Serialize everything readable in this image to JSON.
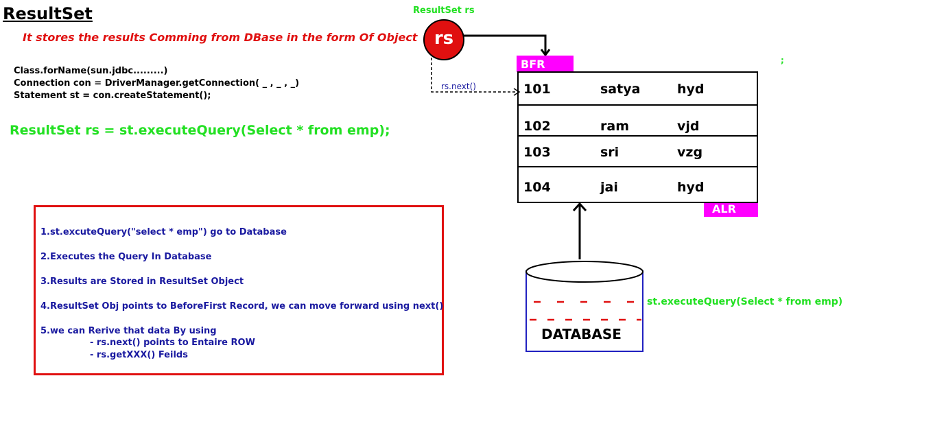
{
  "title": "ResultSet",
  "subtitle": "It stores the results Comming from DBase in the form Of Object",
  "code_lines": [
    "Class.forName(sun.jdbc.........)",
    "Connection con = DriverManager.getConnection( _ , _ , _)",
    "Statement st = con.createStatement();"
  ],
  "main_query": "ResultSet rs =  st.executeQuery(Select * from emp);",
  "steps": [
    "1.st.excuteQuery(\"select * emp\") go to Database",
    "2.Executes the Query In Database",
    "3.Results are Stored in ResultSet Object",
    "4.ResultSet Obj points to BeforeFirst Record, we can move forward using next()",
    "5.we can Rerive that data By using",
    "- rs.next() points to Entaire ROW",
    "- rs.getXXX() Feilds"
  ],
  "cursor": {
    "label": "ResultSet rs",
    "circle_text": "rs",
    "next_label": "rs.next()"
  },
  "markers": {
    "before_first": "BFR",
    "after_last": "ALR"
  },
  "rows": [
    [
      "101",
      "satya",
      "hyd"
    ],
    [
      "102",
      "ram",
      "vjd"
    ],
    [
      "103",
      "sri",
      "vzg"
    ],
    [
      "104",
      "jai",
      "hyd"
    ]
  ],
  "database": {
    "label": "DATABASE",
    "query": "st.executeQuery(Select * from emp)"
  },
  "stray_mark": ";",
  "colors": {
    "red": "#e01010",
    "green": "#22e022",
    "blue": "#1a1aa0",
    "magenta": "#ff00ff"
  }
}
